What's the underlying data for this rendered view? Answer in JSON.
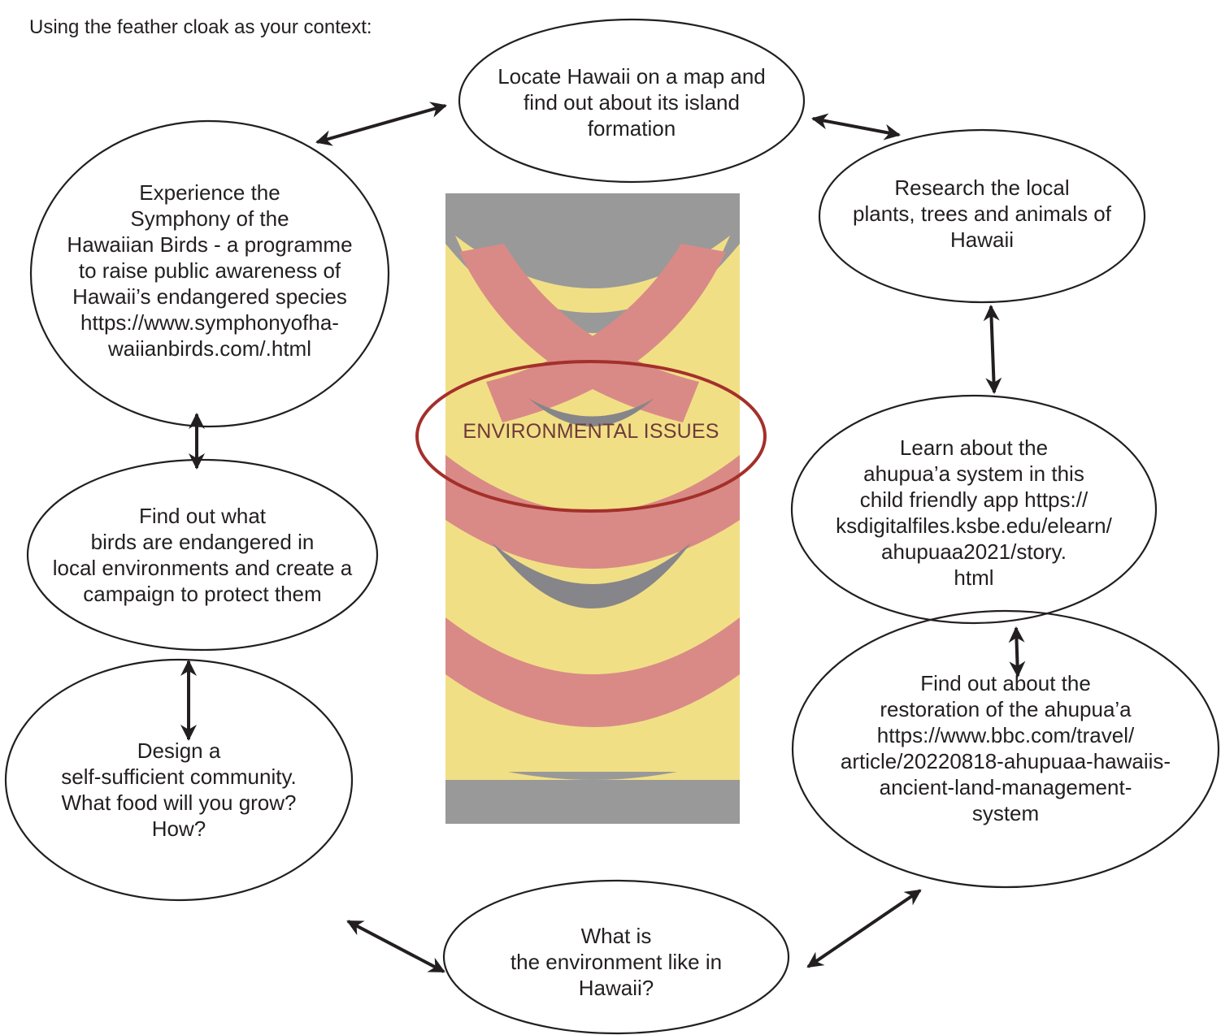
{
  "intro": "Using the feather cloak as your context:",
  "center_label": "ENVIRONMENTAL ISSUES",
  "nodes": {
    "locate": "Locate Hawaii on a map and\nfind out about its island\nformation",
    "research": "Research the local\nplants, trees and animals of\nHawaii",
    "learn": "Learn about the\nahupua’a system in this\nchild friendly app https://\nksdigitalfiles.ksbe.edu/elearn/\nahupuaa2021/story.\nhtml",
    "restoration": "Find out about the\nrestoration of the ahupua’a\nhttps://www.bbc.com/travel/\narticle/20220818-ahupuaa-hawaiis-\nancient-land-management-\nsystem",
    "environment": "What is\nthe environment like in\nHawaii?",
    "design": "Design a\nself-sufficient community.\nWhat food will you grow?\nHow?",
    "birds": "Find out what\nbirds are endangered in\nlocal environments and create a\ncampaign to protect them",
    "symphony": "Experience the\nSymphony of the\nHawaiian Birds - a programme\nto raise public awareness of\nHawaii’s endangered species\nhttps://www.symphonyofha-\nwaiianbirds.com/.html"
  },
  "colors": {
    "cloak_bg": "#999999",
    "cloak_yellow": "#f1df86",
    "cloak_red": "#d98a86",
    "cloak_dark": "#85858a",
    "center_ring": "#a4302b"
  }
}
